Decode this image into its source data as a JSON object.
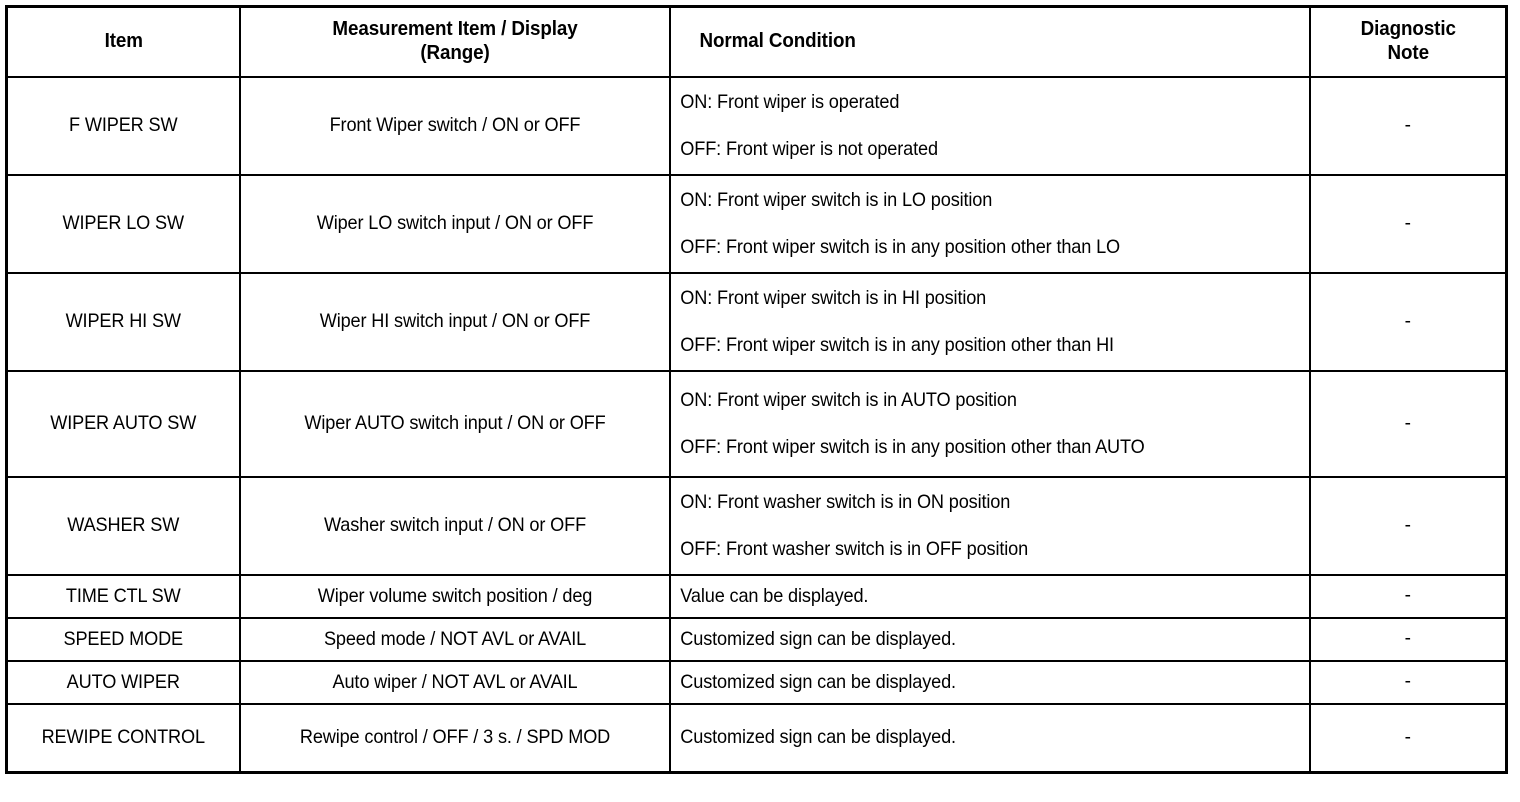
{
  "table": {
    "columns": [
      {
        "key": "item",
        "label": "Item",
        "align": "center"
      },
      {
        "key": "measurement",
        "label": "Measurement Item / Display\n(Range)",
        "label_line1": "Measurement Item / Display",
        "label_line2": "(Range)",
        "align": "center"
      },
      {
        "key": "normal_condition",
        "label": "Normal Condition",
        "align": "left"
      },
      {
        "key": "diagnostic_note",
        "label": "Diagnostic\nNote",
        "label_line1": "Diagnostic",
        "label_line2": "Note",
        "align": "center"
      }
    ],
    "rows": [
      {
        "item": "F WIPER SW",
        "measurement": "Front Wiper switch / ON or OFF",
        "condition_on": "ON: Front wiper is operated",
        "condition_off": "OFF: Front wiper is not operated",
        "diagnostic_note": "-"
      },
      {
        "item": "WIPER LO SW",
        "measurement": "Wiper LO switch input / ON or OFF",
        "condition_on": "ON: Front wiper switch is in LO position",
        "condition_off": "OFF: Front wiper switch is in any position other than LO",
        "diagnostic_note": "-"
      },
      {
        "item": "WIPER HI SW",
        "measurement": "Wiper HI switch input / ON or OFF",
        "condition_on": "ON: Front wiper switch is in HI position",
        "condition_off": "OFF: Front wiper switch is in any position other than HI",
        "diagnostic_note": "-"
      },
      {
        "item": "WIPER AUTO SW",
        "measurement": "Wiper AUTO switch input / ON or OFF",
        "condition_on": "ON: Front wiper switch is in AUTO position",
        "condition_off": "OFF: Front wiper switch is in any position other than AUTO",
        "diagnostic_note": "-"
      },
      {
        "item": "WASHER SW",
        "measurement": "Washer switch input / ON or OFF",
        "condition_on": "ON: Front washer switch is in ON position",
        "condition_off": "OFF: Front washer switch is in OFF position",
        "diagnostic_note": "-"
      },
      {
        "item": "TIME CTL SW",
        "measurement": "Wiper volume switch position / deg",
        "condition_on": "Value can be displayed.",
        "condition_off": "",
        "diagnostic_note": "-"
      },
      {
        "item": "SPEED MODE",
        "measurement": "Speed mode / NOT AVL or AVAIL",
        "condition_on": "Customized sign can be displayed.",
        "condition_off": "",
        "diagnostic_note": "-"
      },
      {
        "item": "AUTO WIPER",
        "measurement": "Auto wiper / NOT AVL or AVAIL",
        "condition_on": "Customized sign can be displayed.",
        "condition_off": "",
        "diagnostic_note": "-"
      },
      {
        "item": "REWIPE CONTROL",
        "measurement": "Rewipe control / OFF / 3 s. / SPD MOD",
        "condition_on": "Customized sign can be displayed.",
        "condition_off": "",
        "diagnostic_note": "-"
      }
    ]
  },
  "style": {
    "text_color": "#000000",
    "background_color": "#ffffff",
    "border_color": "#000000"
  }
}
